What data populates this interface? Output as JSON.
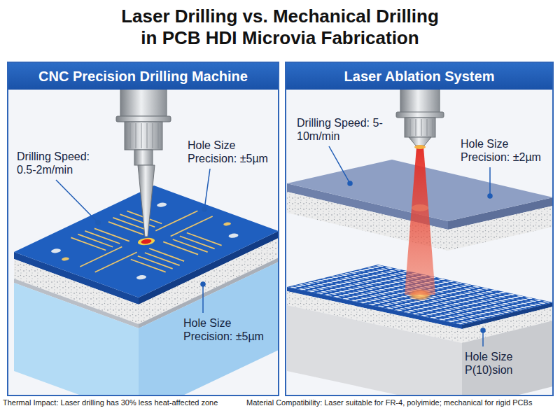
{
  "diagram": {
    "title": "Laser Drilling vs. Mechanical Drilling in PCB HDI Microvia Fabrication",
    "nodes": [
      {
        "text": [
          "CNC Precision Drilling Machine"
        ]
      },
      {
        "text": [
          "Laser Ablation System"
        ]
      }
    ],
    "labels": [
      "Drilling Speed: 0.5-2m/min",
      "Hole Size Precision: ±5µm",
      "Hole Size Precision: ±5µm",
      "Drilling Speed: 5-10m/min",
      "Hole Size Precision: ±2µm",
      "Hole Size P(10)sion",
      "Thermal Impact: Laser drilling has 30% less heat-affected zone",
      "Material Compatibility: Laser suitable for FR-4, polyimide; mechanical for rigid PCBs"
    ]
  }
}
